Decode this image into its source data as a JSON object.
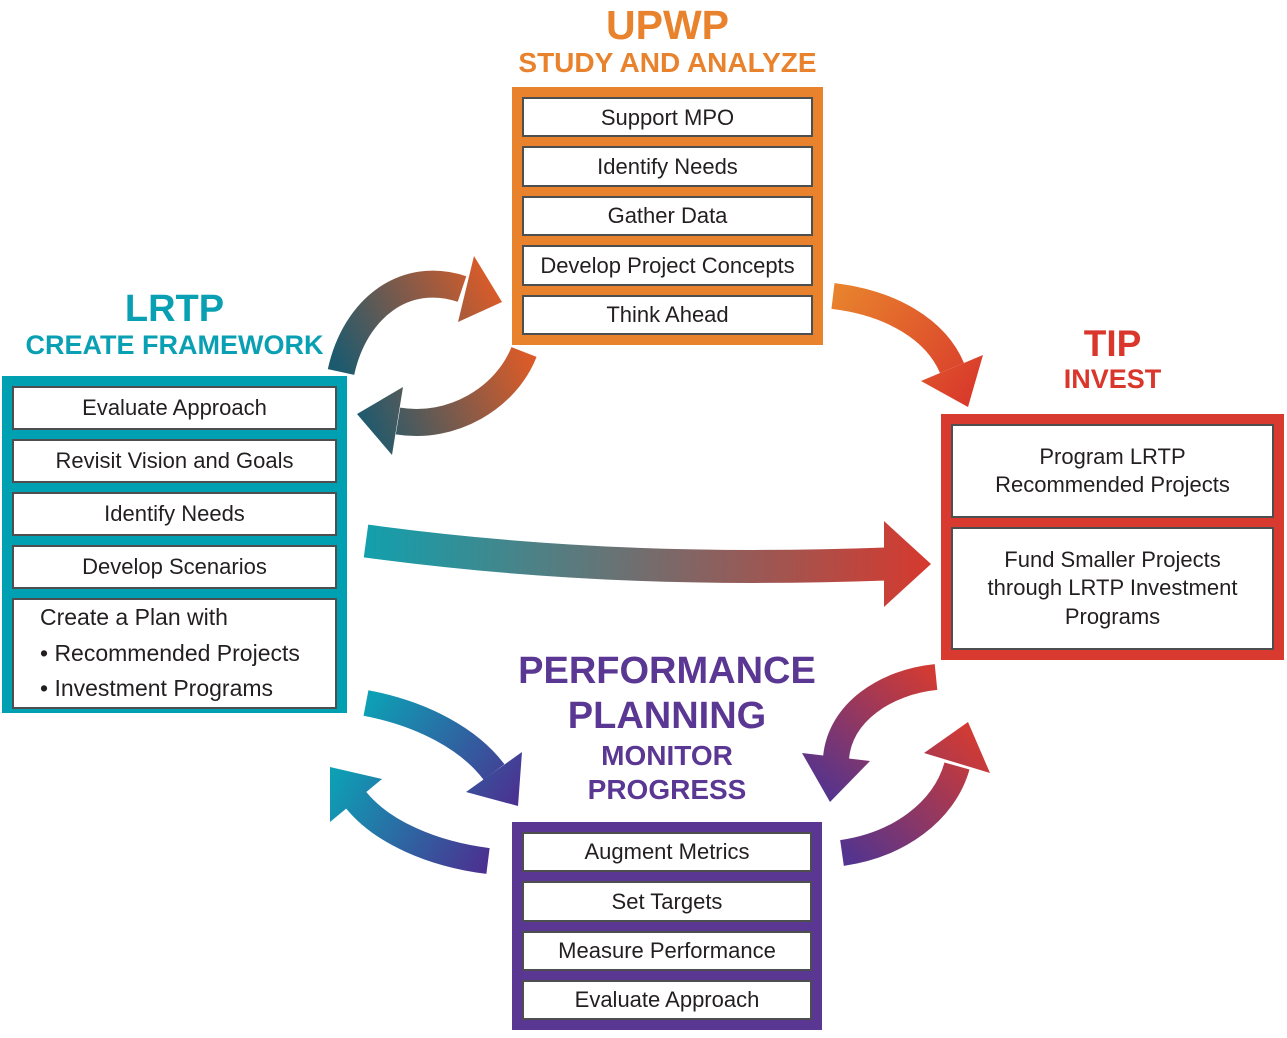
{
  "sections": {
    "upwp": {
      "title": "UPWP",
      "subtitle": "STUDY AND ANALYZE",
      "accent_color": "#E8822D",
      "items": [
        "Support MPO",
        "Identify Needs",
        "Gather Data",
        "Develop Project Concepts",
        "Think Ahead"
      ]
    },
    "lrtp": {
      "title": "LRTP",
      "subtitle": "CREATE FRAMEWORK",
      "accent_color": "#00A0B3",
      "items": [
        "Evaluate Approach",
        "Revisit Vision and Goals",
        "Identify Needs",
        "Develop Scenarios"
      ],
      "plan_cell": {
        "intro": "Create a Plan with",
        "bullets": [
          "• Recommended Projects",
          "• Investment Programs"
        ]
      }
    },
    "tip": {
      "title": "TIP",
      "subtitle": "INVEST",
      "accent_color": "#D93A30",
      "cells": [
        {
          "lines": [
            "Program LRTP",
            "Recommended Projects"
          ]
        },
        {
          "lines": [
            "Fund Smaller Projects",
            "through LRTP Investment",
            "Programs"
          ]
        }
      ]
    },
    "performance": {
      "title_lines": [
        "PERFORMANCE",
        "PLANNING"
      ],
      "subtitle_lines": [
        "MONITOR",
        "PROGRESS"
      ],
      "accent_color": "#5B3794",
      "items": [
        "Augment Metrics",
        "Set Targets",
        "Measure Performance",
        "Evaluate Approach"
      ]
    }
  },
  "arrows": [
    {
      "name": "lrtp-to-upwp",
      "from": "LRTP",
      "to": "UPWP",
      "from_color": "#1E5A6E",
      "to_color": "#D95B29"
    },
    {
      "name": "upwp-to-lrtp",
      "from": "UPWP",
      "to": "LRTP",
      "from_color": "#D95B29",
      "to_color": "#1E5A6E"
    },
    {
      "name": "upwp-to-tip",
      "from": "UPWP",
      "to": "TIP",
      "from_color": "#E8822D",
      "to_color": "#D93A2B"
    },
    {
      "name": "lrtp-to-tip",
      "from": "LRTP",
      "to": "TIP",
      "from_color": "#12A0AC",
      "to_color": "#D6392E"
    },
    {
      "name": "tip-to-performance",
      "from": "TIP",
      "to": "PERFORMANCE",
      "from_color": "#D23B33",
      "to_color": "#53348F"
    },
    {
      "name": "performance-to-tip",
      "from": "PERFORMANCE",
      "to": "TIP",
      "from_color": "#53348F",
      "to_color": "#D23B33"
    },
    {
      "name": "lrtp-to-performance",
      "from": "LRTP",
      "to": "PERFORMANCE",
      "from_color": "#0DA0B5",
      "to_color": "#4B3191"
    },
    {
      "name": "performance-to-lrtp",
      "from": "PERFORMANCE",
      "to": "LRTP",
      "from_color": "#4B3191",
      "to_color": "#0DA0B5"
    }
  ],
  "item_text_color": "#231F20",
  "item_border_color": "#4D4E50",
  "background_color": "#FFFFFF"
}
